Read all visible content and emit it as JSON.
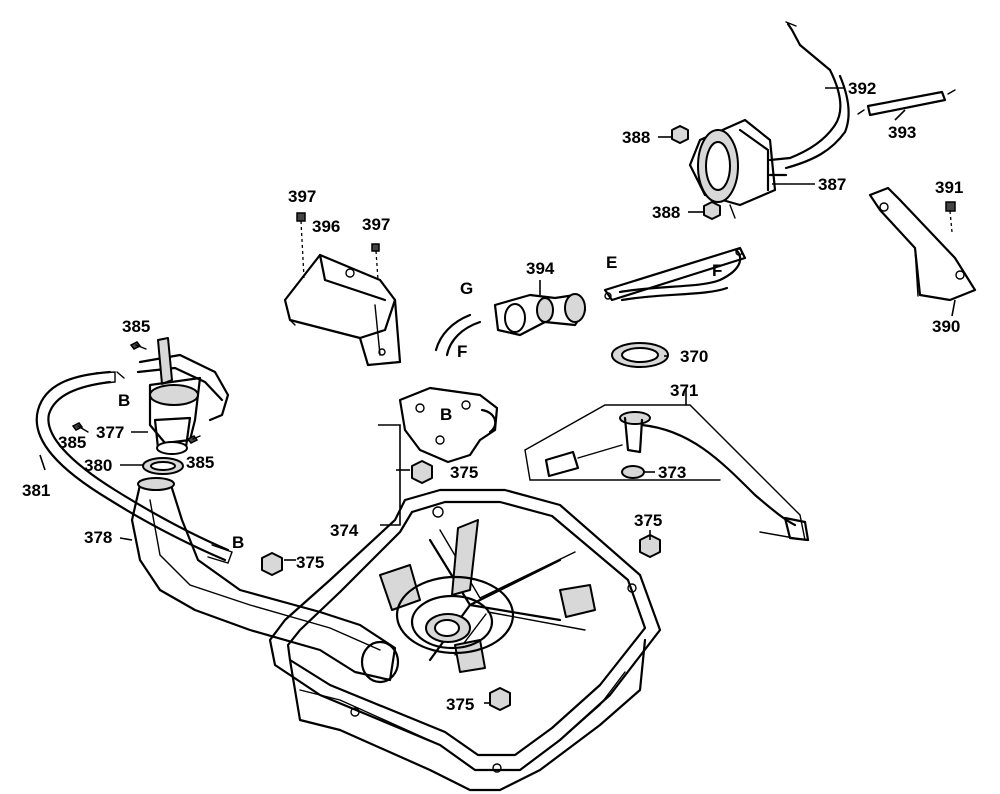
{
  "callouts": {
    "c392": "392",
    "c393": "393",
    "c388a": "388",
    "c388b": "388",
    "c387": "387",
    "c391": "391",
    "c390": "390",
    "c397a": "397",
    "c397b": "397",
    "c396": "396",
    "c394": "394",
    "c370": "370",
    "c371": "371",
    "c373": "373",
    "c385a": "385",
    "c385b": "385",
    "c385c": "385",
    "c377": "377",
    "c380": "380",
    "c381": "381",
    "c378": "378",
    "c374": "374",
    "c375a": "375",
    "c375b": "375",
    "c375c": "375",
    "c375d": "375"
  },
  "connection_letters": {
    "E": "E",
    "F_upper": "F",
    "F_lower": "F",
    "G": "G",
    "B_upper": "B",
    "B_lower": "B",
    "B_plate": "B"
  }
}
